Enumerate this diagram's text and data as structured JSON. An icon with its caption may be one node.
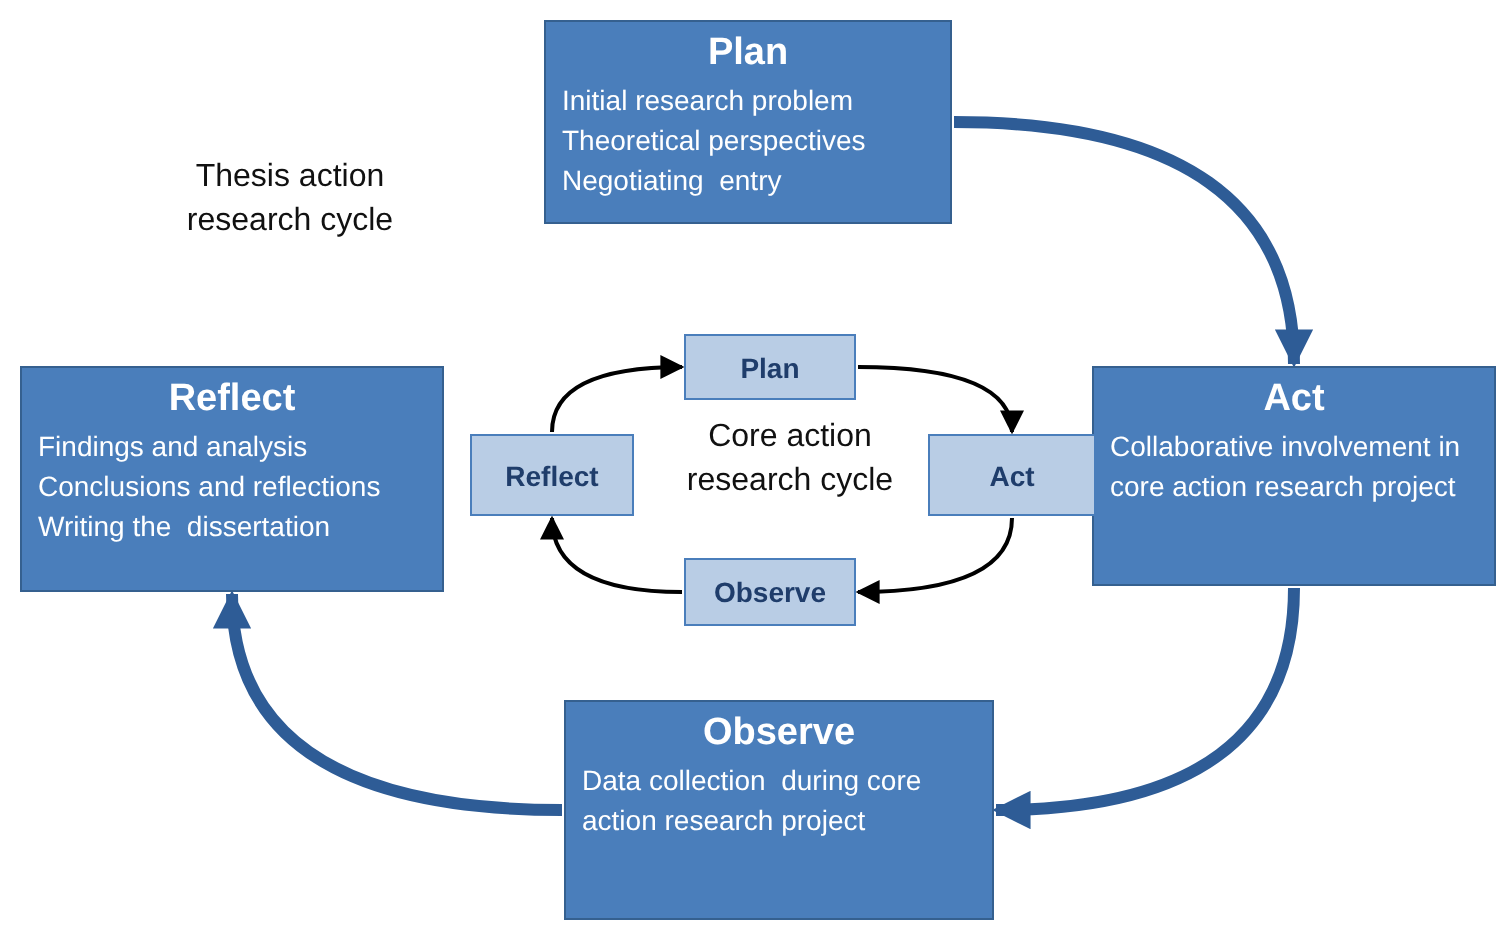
{
  "diagram": {
    "nodes": [
      {
        "text": [
          "Plan",
          "Initial research problem",
          "Theoretical perspectives",
          "Negotiating  entry"
        ]
      },
      {
        "text": [
          "Act",
          "Collaborative involvement in core action research project"
        ]
      },
      {
        "text": [
          "Observe",
          "Data collection  during core action research project"
        ]
      },
      {
        "text": [
          "Reflect",
          "Findings and analysis",
          "Conclusions and reflections",
          "Writing the  dissertation"
        ]
      },
      {
        "text": [
          "Plan"
        ]
      },
      {
        "text": [
          "Act"
        ]
      },
      {
        "text": [
          "Observe"
        ]
      },
      {
        "text": [
          "Reflect"
        ]
      }
    ],
    "edges": [
      {
        "from": 0,
        "to": 1,
        "arrow": "to",
        "style": "thick",
        "color": "#2e5c96"
      },
      {
        "from": 1,
        "to": 2,
        "arrow": "to",
        "style": "thick",
        "color": "#2e5c96"
      },
      {
        "from": 2,
        "to": 3,
        "arrow": "to",
        "style": "thick",
        "color": "#2e5c96"
      },
      {
        "from": 4,
        "to": 5,
        "arrow": "to"
      },
      {
        "from": 5,
        "to": 6,
        "arrow": "to"
      },
      {
        "from": 6,
        "to": 7,
        "arrow": "to"
      },
      {
        "from": 7,
        "to": 4,
        "arrow": "to"
      }
    ],
    "labels": [
      "Thesis action research cycle",
      "Core action research cycle"
    ]
  }
}
